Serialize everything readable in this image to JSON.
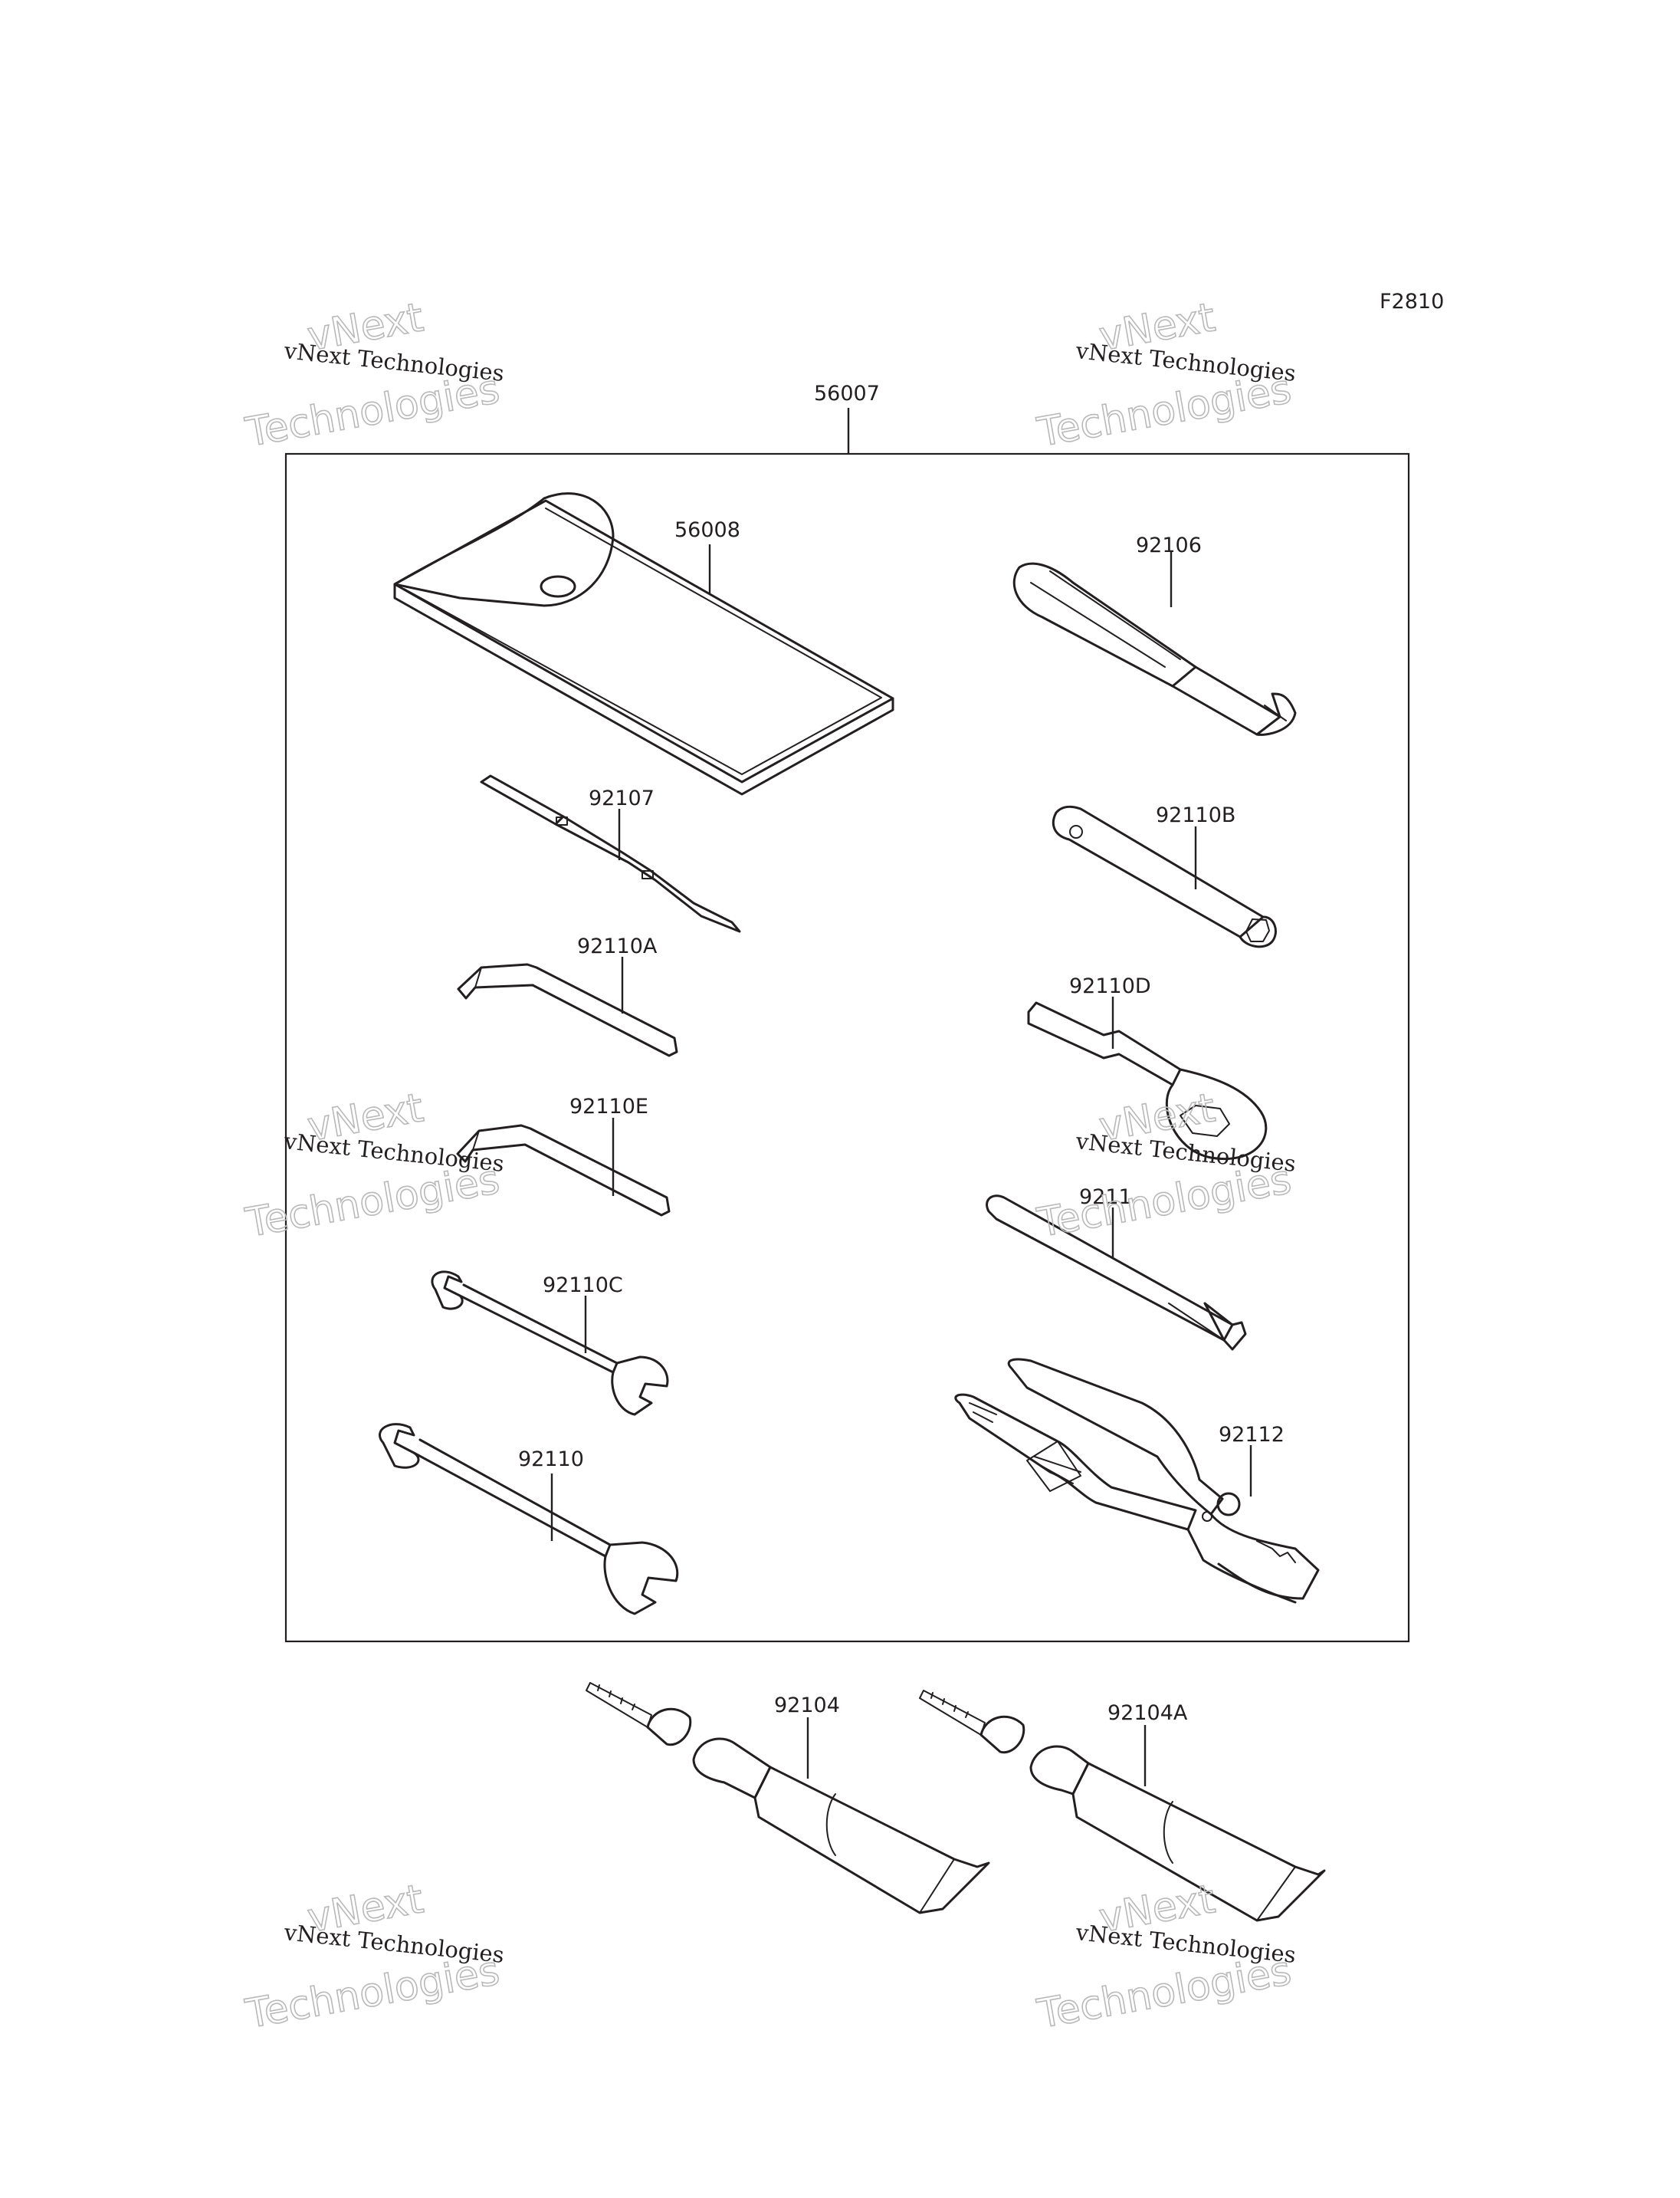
{
  "figure_code": "F2810",
  "assembly_label": "56007",
  "parts": {
    "p56008": "56008",
    "p92106": "92106",
    "p92107": "92107",
    "p92110B": "92110B",
    "p92110A": "92110A",
    "p92110D": "92110D",
    "p92110E": "92110E",
    "p9211x": "9211",
    "p92110C": "92110C",
    "p92112": "92112",
    "p92110": "92110",
    "p92104": "92104",
    "p92104A": "92104A"
  },
  "watermark": {
    "line1": "vNext Technologies",
    "big_top": "vNext",
    "big_bottom": "Technologies"
  },
  "colors": {
    "ink": "#231f20",
    "watermark": "#b9b9b9",
    "background": "#ffffff"
  }
}
